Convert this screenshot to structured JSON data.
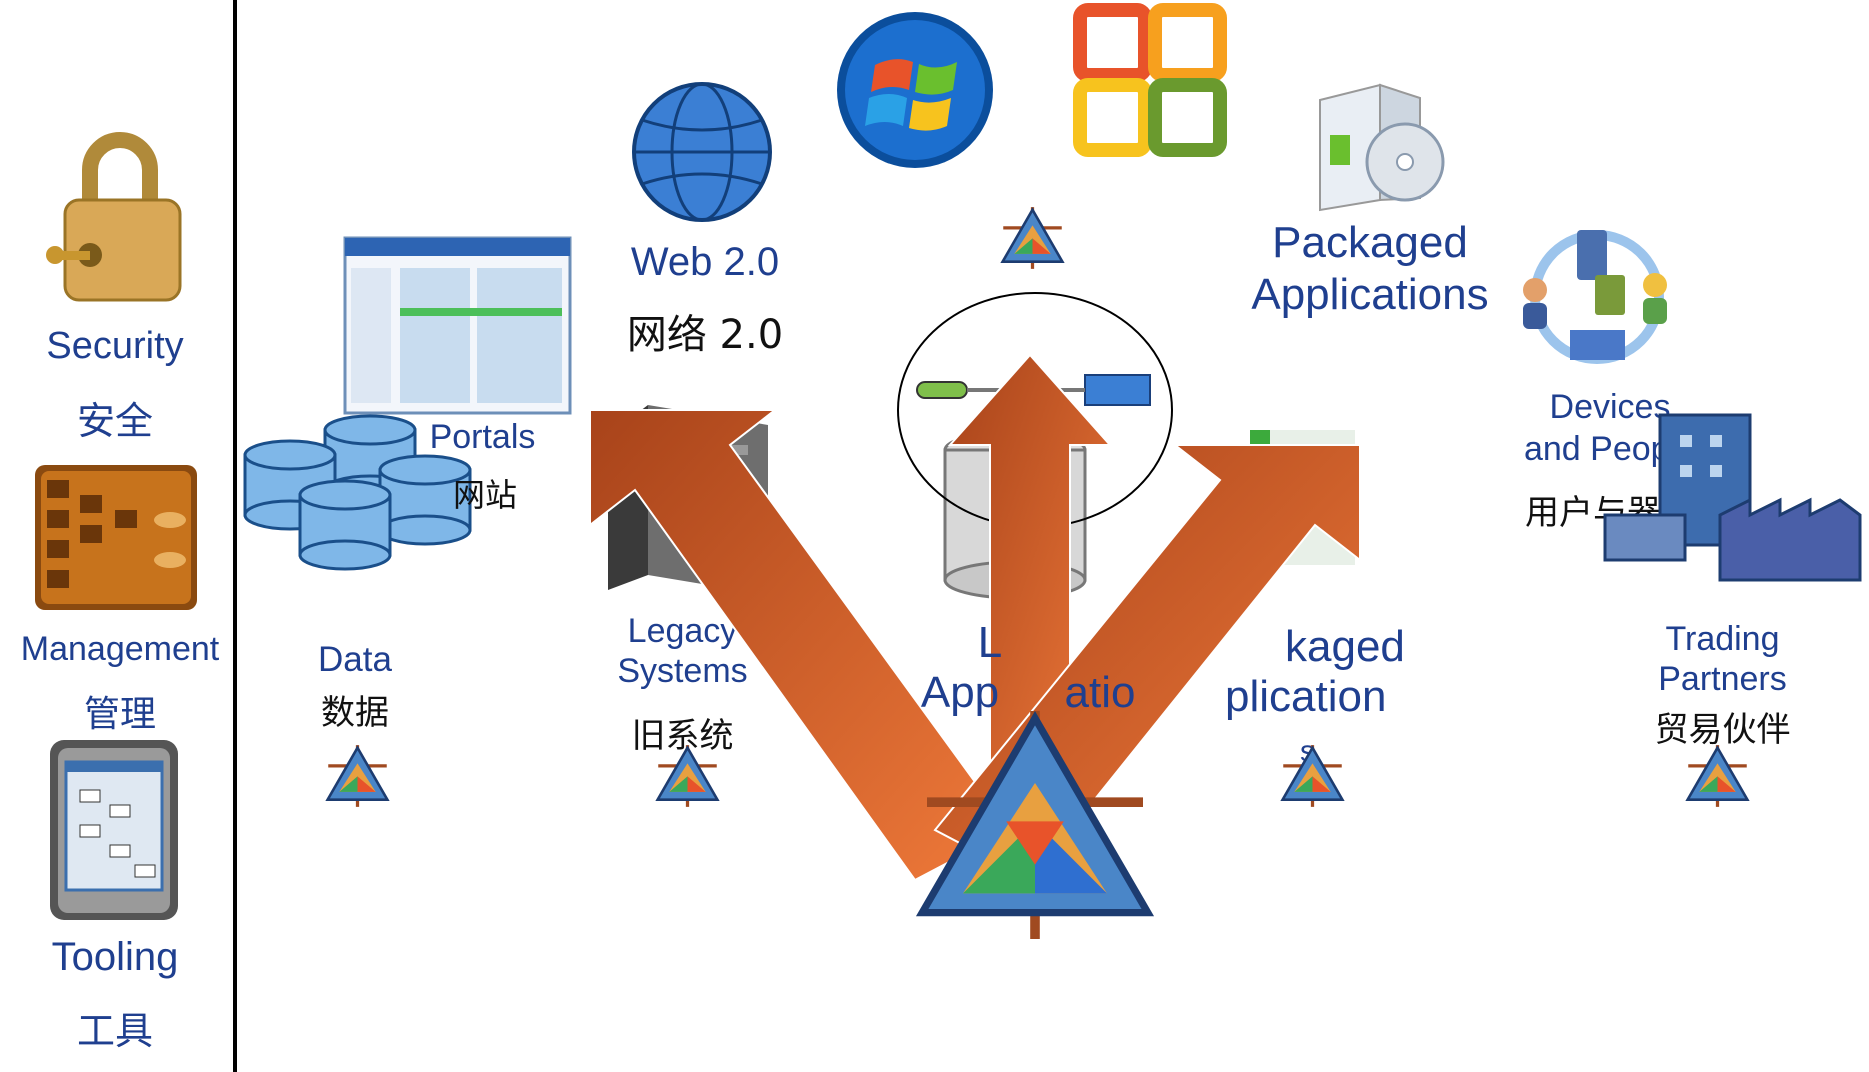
{
  "sidebar": {
    "security": {
      "en": "Security",
      "cn": "安全"
    },
    "management": {
      "en": "Management",
      "cn": "管理"
    },
    "tooling": {
      "en": "Tooling",
      "cn": "工具"
    }
  },
  "nodes": {
    "data": {
      "en": "Data",
      "cn": "数据"
    },
    "portals": {
      "en": "Portals",
      "cn": "网站"
    },
    "web": {
      "en": "Web 2.0",
      "cn": "网络 2.0"
    },
    "legacy": {
      "en1": "Legacy",
      "en2": "Systems",
      "cn": "旧系统"
    },
    "lob": {
      "en1": "L",
      "en2": "App",
      "en3": "atio"
    },
    "packaged_top": {
      "en1": "Packaged",
      "en2": "Applications"
    },
    "packaged_mid": {
      "en1": "kaged",
      "en2": "plication",
      "en3": "s"
    },
    "devices": {
      "en1": "Devices",
      "en2": "and People",
      "cn": "用户与器材"
    },
    "trading": {
      "en1": "Trading",
      "en2": "Partners",
      "cn": "贸易伙伴"
    }
  },
  "colors": {
    "label_blue": "#1f3f8f",
    "arrow_orange": "#e0602a",
    "logo_blue": "#4a86c8"
  }
}
